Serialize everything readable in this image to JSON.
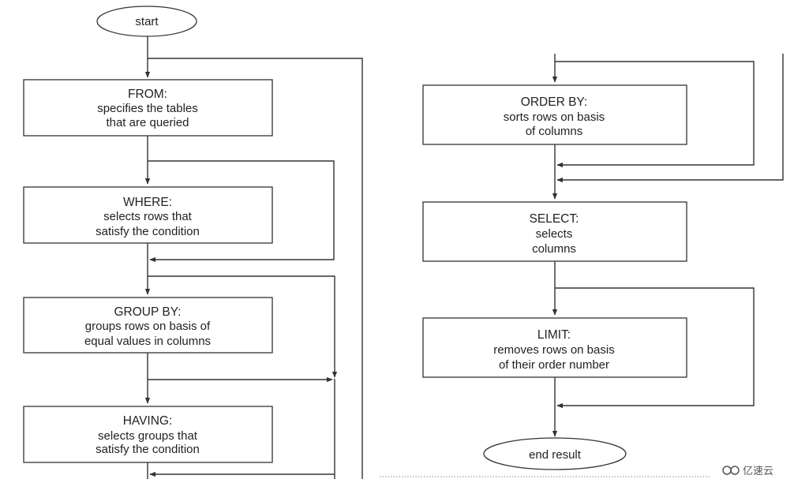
{
  "nodes": {
    "start": "start",
    "from": {
      "title": "FROM:",
      "line1": "specifies the tables",
      "line2": "that are queried"
    },
    "where": {
      "title": "WHERE:",
      "line1": "selects rows that",
      "line2": "satisfy the condition"
    },
    "group_by": {
      "title": "GROUP BY:",
      "line1": "groups rows on basis of",
      "line2": "equal values in columns"
    },
    "having": {
      "title": "HAVING:",
      "line1": "selects groups that",
      "line2": "satisfy the condition"
    },
    "order_by": {
      "title": "ORDER BY:",
      "line1": "sorts rows on basis",
      "line2": "of columns"
    },
    "select": {
      "title": "SELECT:",
      "line1": "selects",
      "line2": "columns"
    },
    "limit": {
      "title": "LIMIT:",
      "line1": "removes rows on basis",
      "line2": "of their order number"
    },
    "end": "end result"
  },
  "watermark": "亿速云"
}
